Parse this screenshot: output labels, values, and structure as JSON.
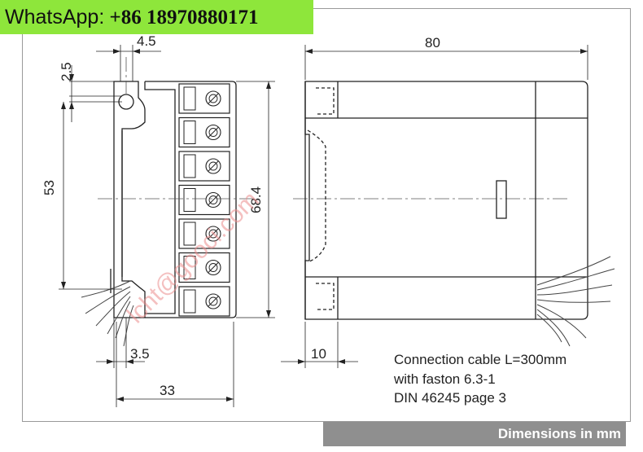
{
  "header": {
    "whatsapp_prefix": "WhatsApp:",
    "whatsapp_number": "+86 18970880171",
    "color": "#8ee63b"
  },
  "dimensions": {
    "front_top_width": "4.5",
    "front_hole_offset": "2.5",
    "front_hole_spacing": "53",
    "front_height": "68.4",
    "front_bottom_offset": "3.5",
    "front_width": "33",
    "side_width": "80",
    "side_bottom_offset": "10"
  },
  "note": {
    "line1": "Connection cable L=300mm",
    "line2": "with faston 6.3-1",
    "line3": "DIN 46245 page 3"
  },
  "caption": "Dimensions in mm",
  "watermark": "lcht@gooci.com",
  "terminal_count": 7
}
